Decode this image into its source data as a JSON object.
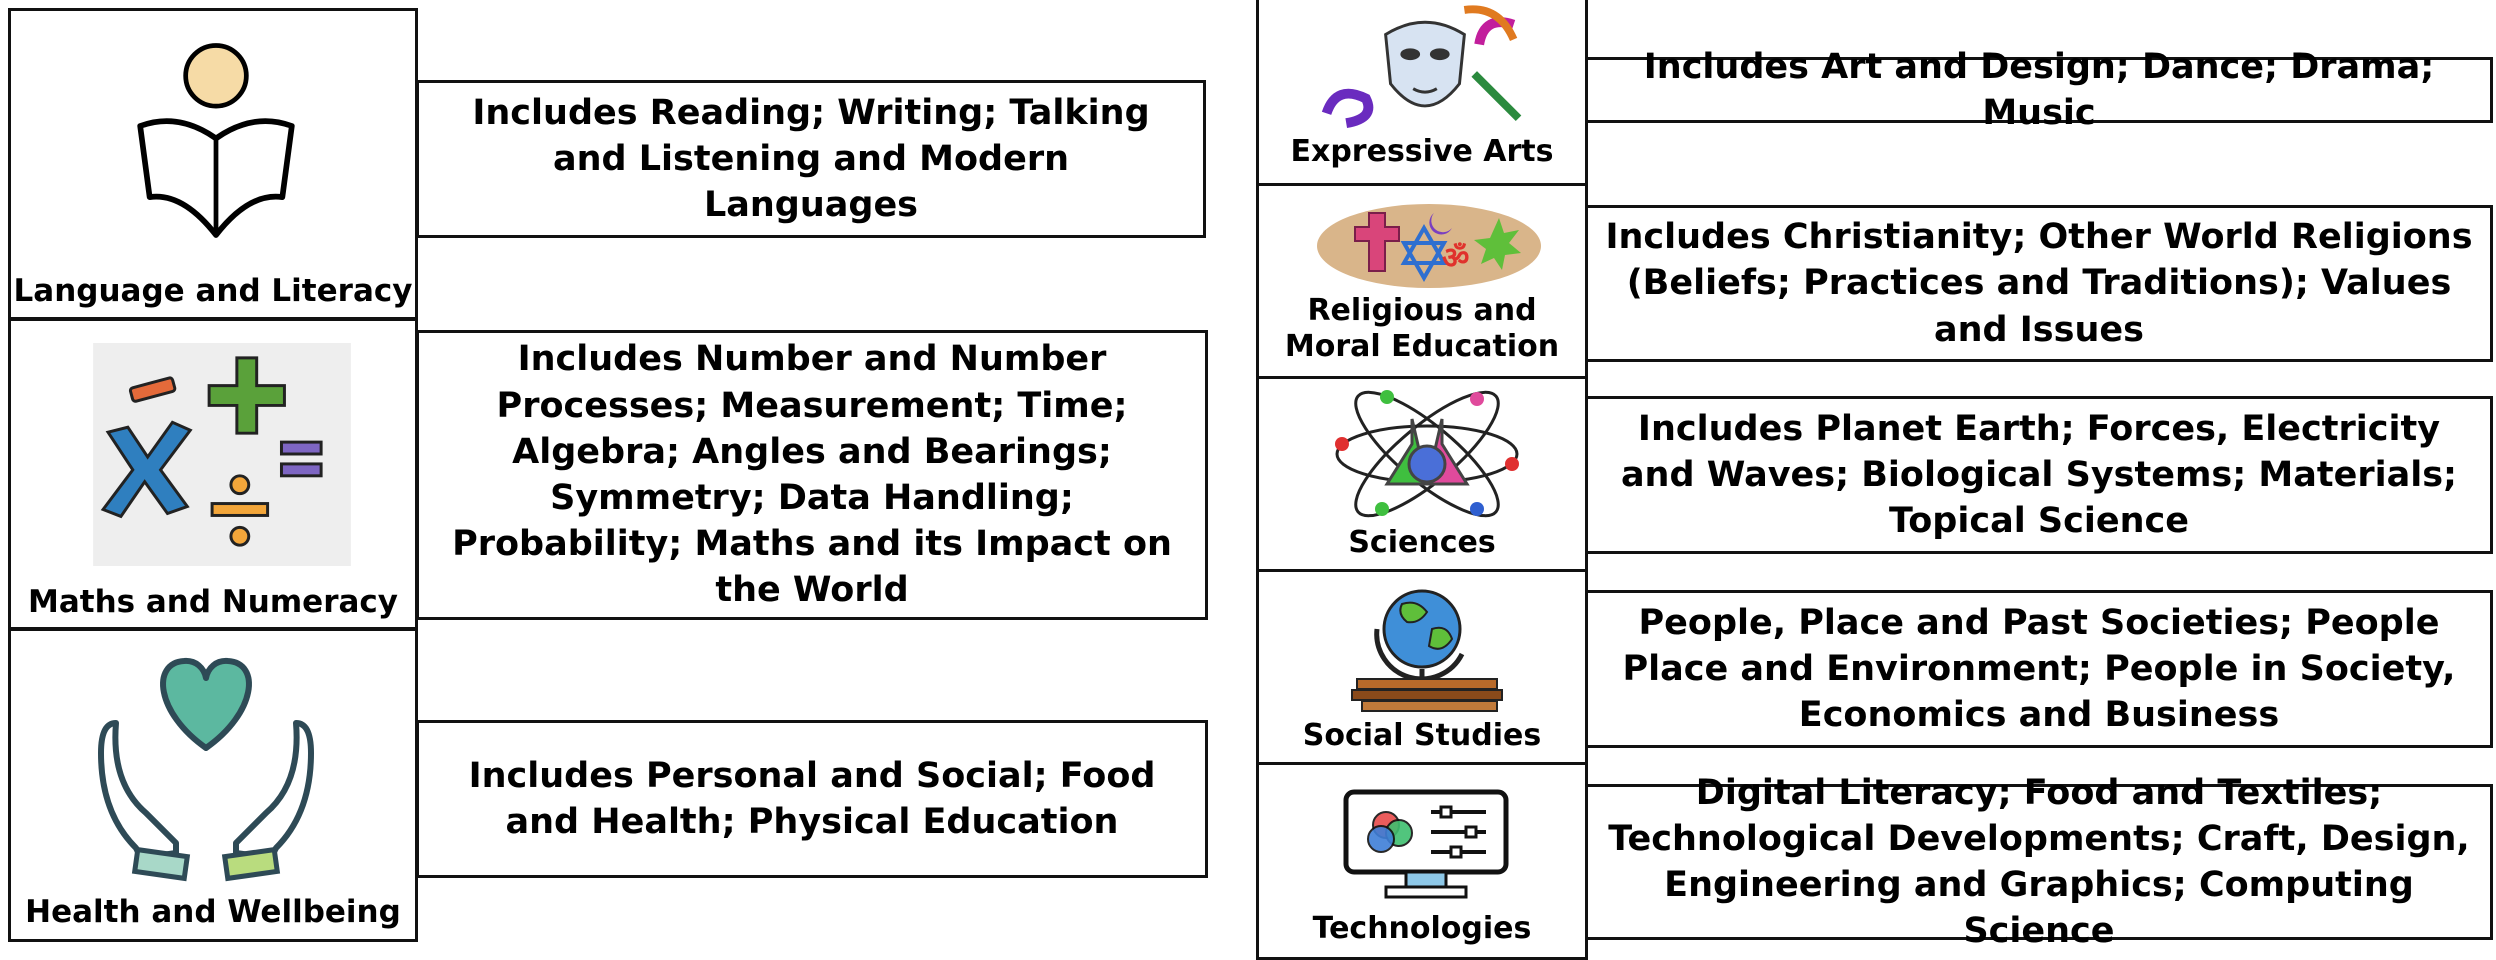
{
  "left_subjects": [
    {
      "label": "Language and Literacy",
      "description": "Includes Reading; Writing; Talking and Listening and Modern Languages",
      "icon": "reading-person-icon"
    },
    {
      "label": "Maths and Numeracy",
      "description": "Includes Number and Number Processes; Measurement; Time; Algebra; Angles and Bearings; Symmetry; Data Handling; Probability; Maths and its Impact on the World",
      "icon": "math-symbols-icon"
    },
    {
      "label": "Health and Wellbeing",
      "description": "Includes Personal and Social; Food and Health; Physical Education",
      "icon": "heart-hands-icon"
    }
  ],
  "right_subjects": [
    {
      "label": "Expressive Arts",
      "description": "Includes Art and Design; Dance; Drama; Music",
      "icon": "theatre-mask-icon"
    },
    {
      "label": "Religious and Moral Education",
      "description": "Includes Christianity; Other World Religions (Beliefs; Practices and Traditions); Values and Issues",
      "icon": "religious-symbols-icon"
    },
    {
      "label": "Sciences",
      "description": "Includes Planet Earth; Forces, Electricity and Waves; Biological Systems; Materials; Topical Science",
      "icon": "atom-flask-icon"
    },
    {
      "label": "Social Studies",
      "description": "People, Place and Past Societies; People Place and Environment; People in Society, Economics and Business",
      "icon": "globe-books-icon"
    },
    {
      "label": "Technologies",
      "description": "Digital Literacy; Food and Textiles; Technological Developments; Craft, Design, Engineering and Graphics; Computing Science",
      "icon": "computer-monitor-icon"
    }
  ],
  "colors": {
    "border": "#111111",
    "heart": "#5cb8a0",
    "outline": "#2e4a56"
  }
}
